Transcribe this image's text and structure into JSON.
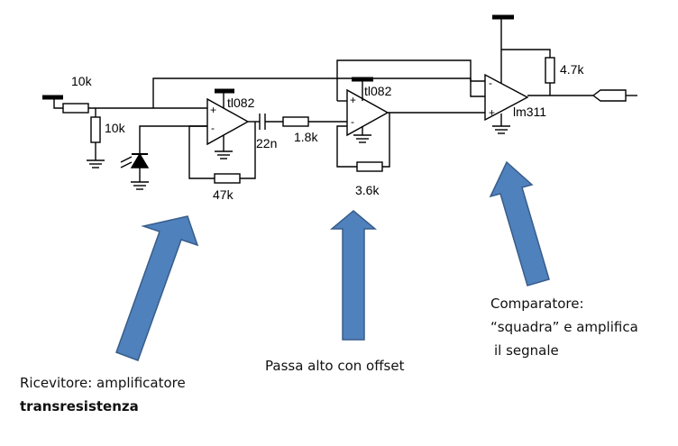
{
  "components": {
    "r_input": "10k",
    "r_bias": "10k",
    "opamp1": "tl082",
    "cap": "22n",
    "r_series": "1.8k",
    "r_feedback1": "47k",
    "opamp2": "tl082",
    "r_feedback2": "3.6k",
    "comparator": "lm311",
    "r_pullup": "4.7k",
    "plus": "+",
    "minus": "-"
  },
  "captions": {
    "receiver_line1": "Ricevitore: amplificatore",
    "receiver_line2": "transresistenza",
    "highpass": "Passa alto con offset",
    "comparator_line1": "Comparatore:",
    "comparator_line2": "“squadra” e amplifica",
    "comparator_line3": "il segnale"
  },
  "colors": {
    "wire": "#000000",
    "arrow_fill": "#4f81bd",
    "arrow_stroke": "#385d8a"
  }
}
